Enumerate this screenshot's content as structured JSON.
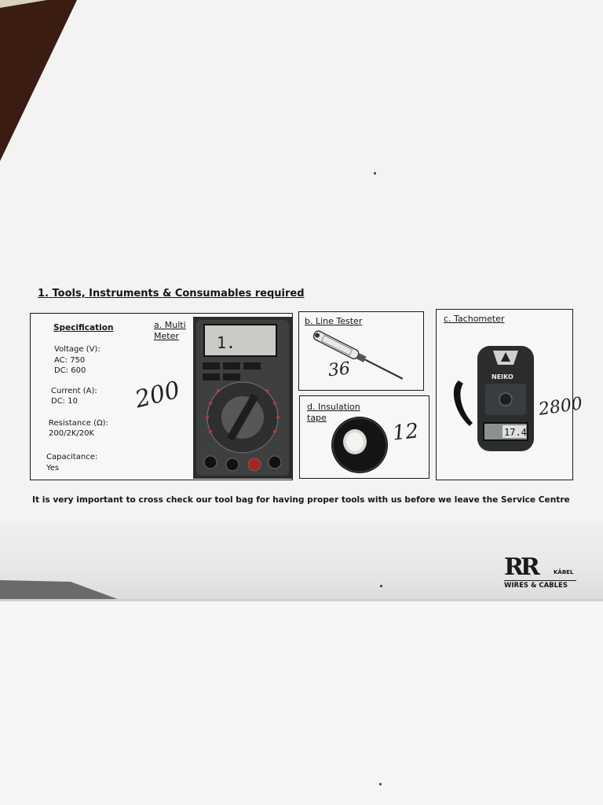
{
  "section_title": "1. Tools, Instruments & Consumables required",
  "specification": {
    "heading": "Specification",
    "voltage_label": "Voltage (V):",
    "voltage_ac": "AC: 750",
    "voltage_dc": "DC: 600",
    "current_label": "Current (A):",
    "current_dc": "DC: 10",
    "resistance_label": "Resistance (Ω):",
    "resistance_value": "200/2K/20K",
    "capacitance_label": "Capacitance:",
    "capacitance_value": "Yes"
  },
  "tools": {
    "multimeter_label": "a. Multi Meter",
    "line_tester_label": "b. Line Tester",
    "tachometer_label": "c. Tachometer",
    "insulation_tape_label": "d. Insulation tape"
  },
  "handwritten": {
    "multimeter": "200",
    "line_tester": "36",
    "insulation_tape": "12",
    "tachometer": "2800"
  },
  "photo_text": {
    "meter_display": "1.",
    "tacho_brand": "NEIKO",
    "tacho_display": "17.4"
  },
  "note": "It is very important to cross check our tool bag for having proper tools with us before we leave the Service Centre",
  "brand": {
    "mark": "RR",
    "kabel": "KĀBEL",
    "tagline": "WIRES & CABLES"
  },
  "colors": {
    "paper": "#f4f3f1",
    "ink": "#161616",
    "tacho_body": "#2a2c2e"
  },
  "icons": [
    "multimeter-photo",
    "line-tester-icon",
    "insulation-tape-icon",
    "tachometer-photo",
    "rr-kabel-logo"
  ]
}
